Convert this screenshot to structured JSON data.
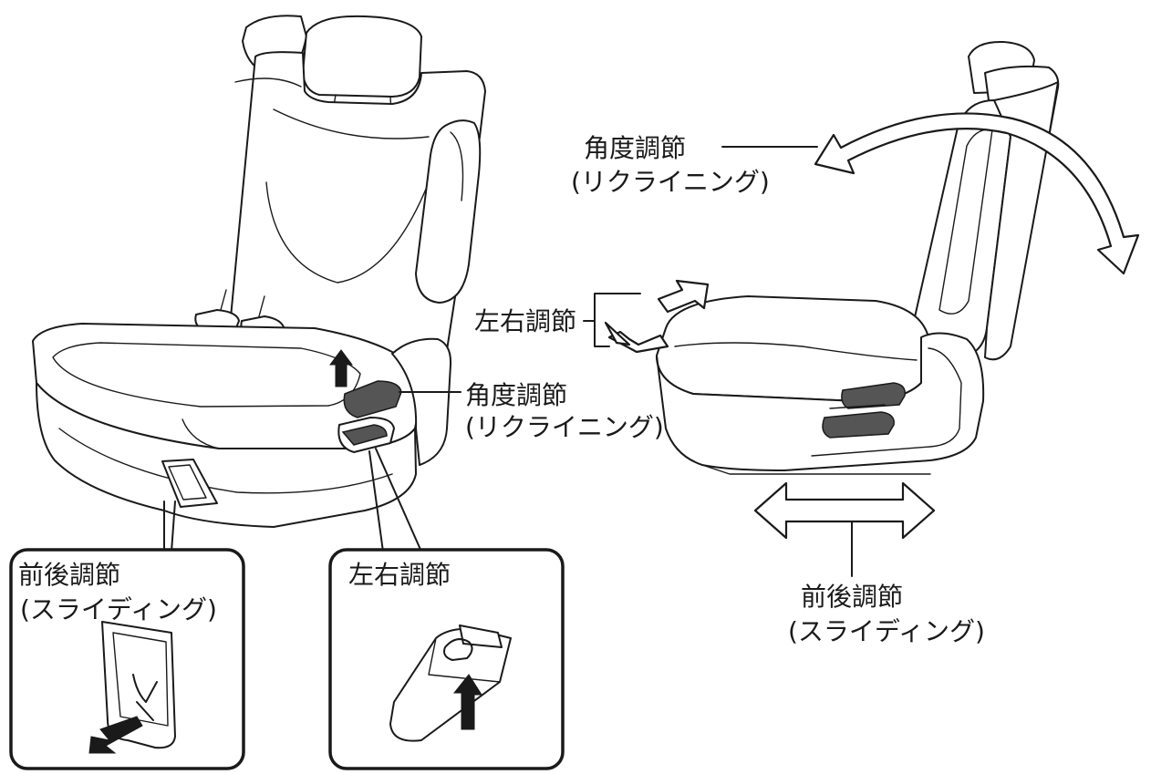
{
  "labels": {
    "left_recline_1": "角度調節",
    "left_recline_2": "(リクライニング)",
    "right_recline_1": "角度調節",
    "right_recline_2": "(リクライニング)",
    "right_lateral": "左右調節",
    "right_slide_1": "前後調節",
    "right_slide_2": "(スライディング)",
    "inset_slide_1": "前後調節",
    "inset_slide_2": "(スライディング)",
    "inset_lateral": "左右調節"
  }
}
